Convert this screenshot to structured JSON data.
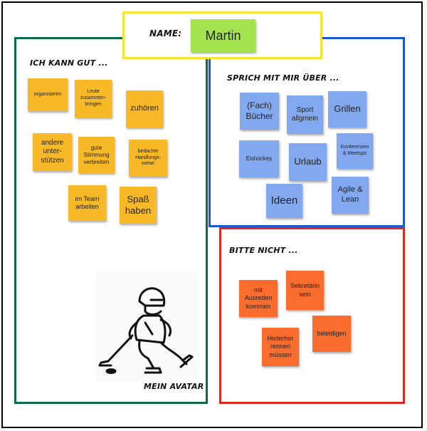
{
  "name_section": {
    "label": "Name:",
    "value": "Martin"
  },
  "kann": {
    "heading": "Ich kann gut ...",
    "notes": [
      "organisieren",
      "Leute\nzusammen-\nbringen",
      "zuhören",
      "andere\nunter-\nstützen",
      "gute\nStimmung\nverbreiten",
      "bedachte\nHandlungs-\nweise",
      "im Team\narbeiten",
      "Spaß\nhaben"
    ]
  },
  "sprich": {
    "heading": "Sprich mit mir über ...",
    "notes": [
      "(Fach)\nBücher",
      "Sport\nallgmein",
      "Grillen",
      "Eishockey",
      "Urlaub",
      "Konferenzen\n& Meetups",
      "Ideen",
      "Agile &\nLean"
    ]
  },
  "bitte": {
    "heading": "Bitte nicht ...",
    "notes": [
      "mit\nAusreden\nkommen",
      "Sekretärin\nsein",
      "Hinterher\nrennen\nmüssen",
      "beleidigen"
    ]
  },
  "avatar": {
    "caption": "Mein Avatar",
    "icon": "hockey-player-icon"
  },
  "colors": {
    "yellow_frame": "#f2e630",
    "green_frame": "#0c6b45",
    "blue_frame": "#1a57d6",
    "red_frame": "#d92b1e",
    "yellow_note": "#f7b928",
    "blue_note": "#82a9f0",
    "orange_note": "#fa6d2f",
    "green_note": "#a3e34d"
  }
}
